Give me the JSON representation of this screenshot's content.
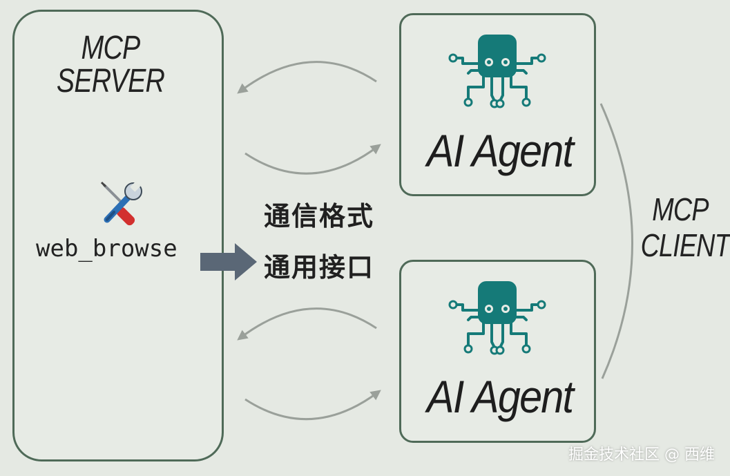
{
  "server": {
    "title_line1": "MCP",
    "title_line2": "SERVER",
    "tool": {
      "name": "web_browse",
      "icon": "wrench-screwdriver-icon"
    }
  },
  "middle_label": {
    "line1": "通信格式",
    "line2": "通用接口"
  },
  "agents": [
    {
      "label": "AI Agent",
      "icon": "octopus-robot-icon"
    },
    {
      "label": "AI Agent",
      "icon": "octopus-robot-icon"
    }
  ],
  "client": {
    "title_line1": "MCP",
    "title_line2": "CLIENT"
  },
  "watermark": "掘金技术社区 @ 西维",
  "colors": {
    "background": "#e5e9e3",
    "box_border": "#4f6a58",
    "robot": "#157a78",
    "arrow": "#5a6776",
    "curve": "#9aa09a"
  }
}
